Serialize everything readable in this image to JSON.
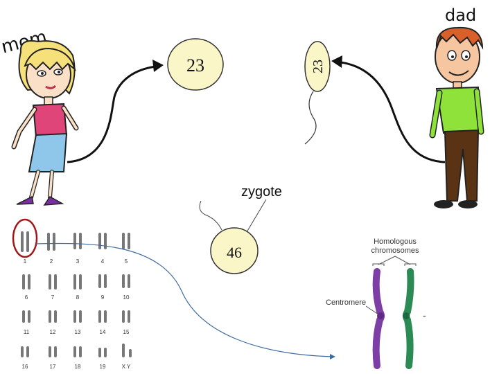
{
  "labels": {
    "mom": "mom",
    "dad": "dad",
    "egg_count": "23",
    "sperm_count": "23",
    "zygote": "zygote",
    "zygote_count": "46",
    "homologous": "Homologous",
    "chromosomes": "chromosomes",
    "centromere": "Centromere",
    "dash": "-"
  },
  "karyotype": {
    "row1": [
      "1",
      "2",
      "3",
      "4",
      "5"
    ],
    "row2": [
      "6",
      "7",
      "8",
      "9",
      "10"
    ],
    "row3": [
      "11",
      "12",
      "13",
      "14",
      "15"
    ],
    "row4": [
      "16",
      "17",
      "18",
      "19",
      "X Y"
    ]
  },
  "colors": {
    "cell_fill": "#fbf6c8",
    "highlight_ring": "#a01818",
    "connector": "#3d6aa0",
    "chromosome_left": "#7d3fa6",
    "chromosome_right": "#2c8a55",
    "mom_top": "#e0457a",
    "mom_skirt": "#8fc7ea",
    "dad_shirt": "#8ee23a",
    "dad_pants": "#5a3214"
  }
}
